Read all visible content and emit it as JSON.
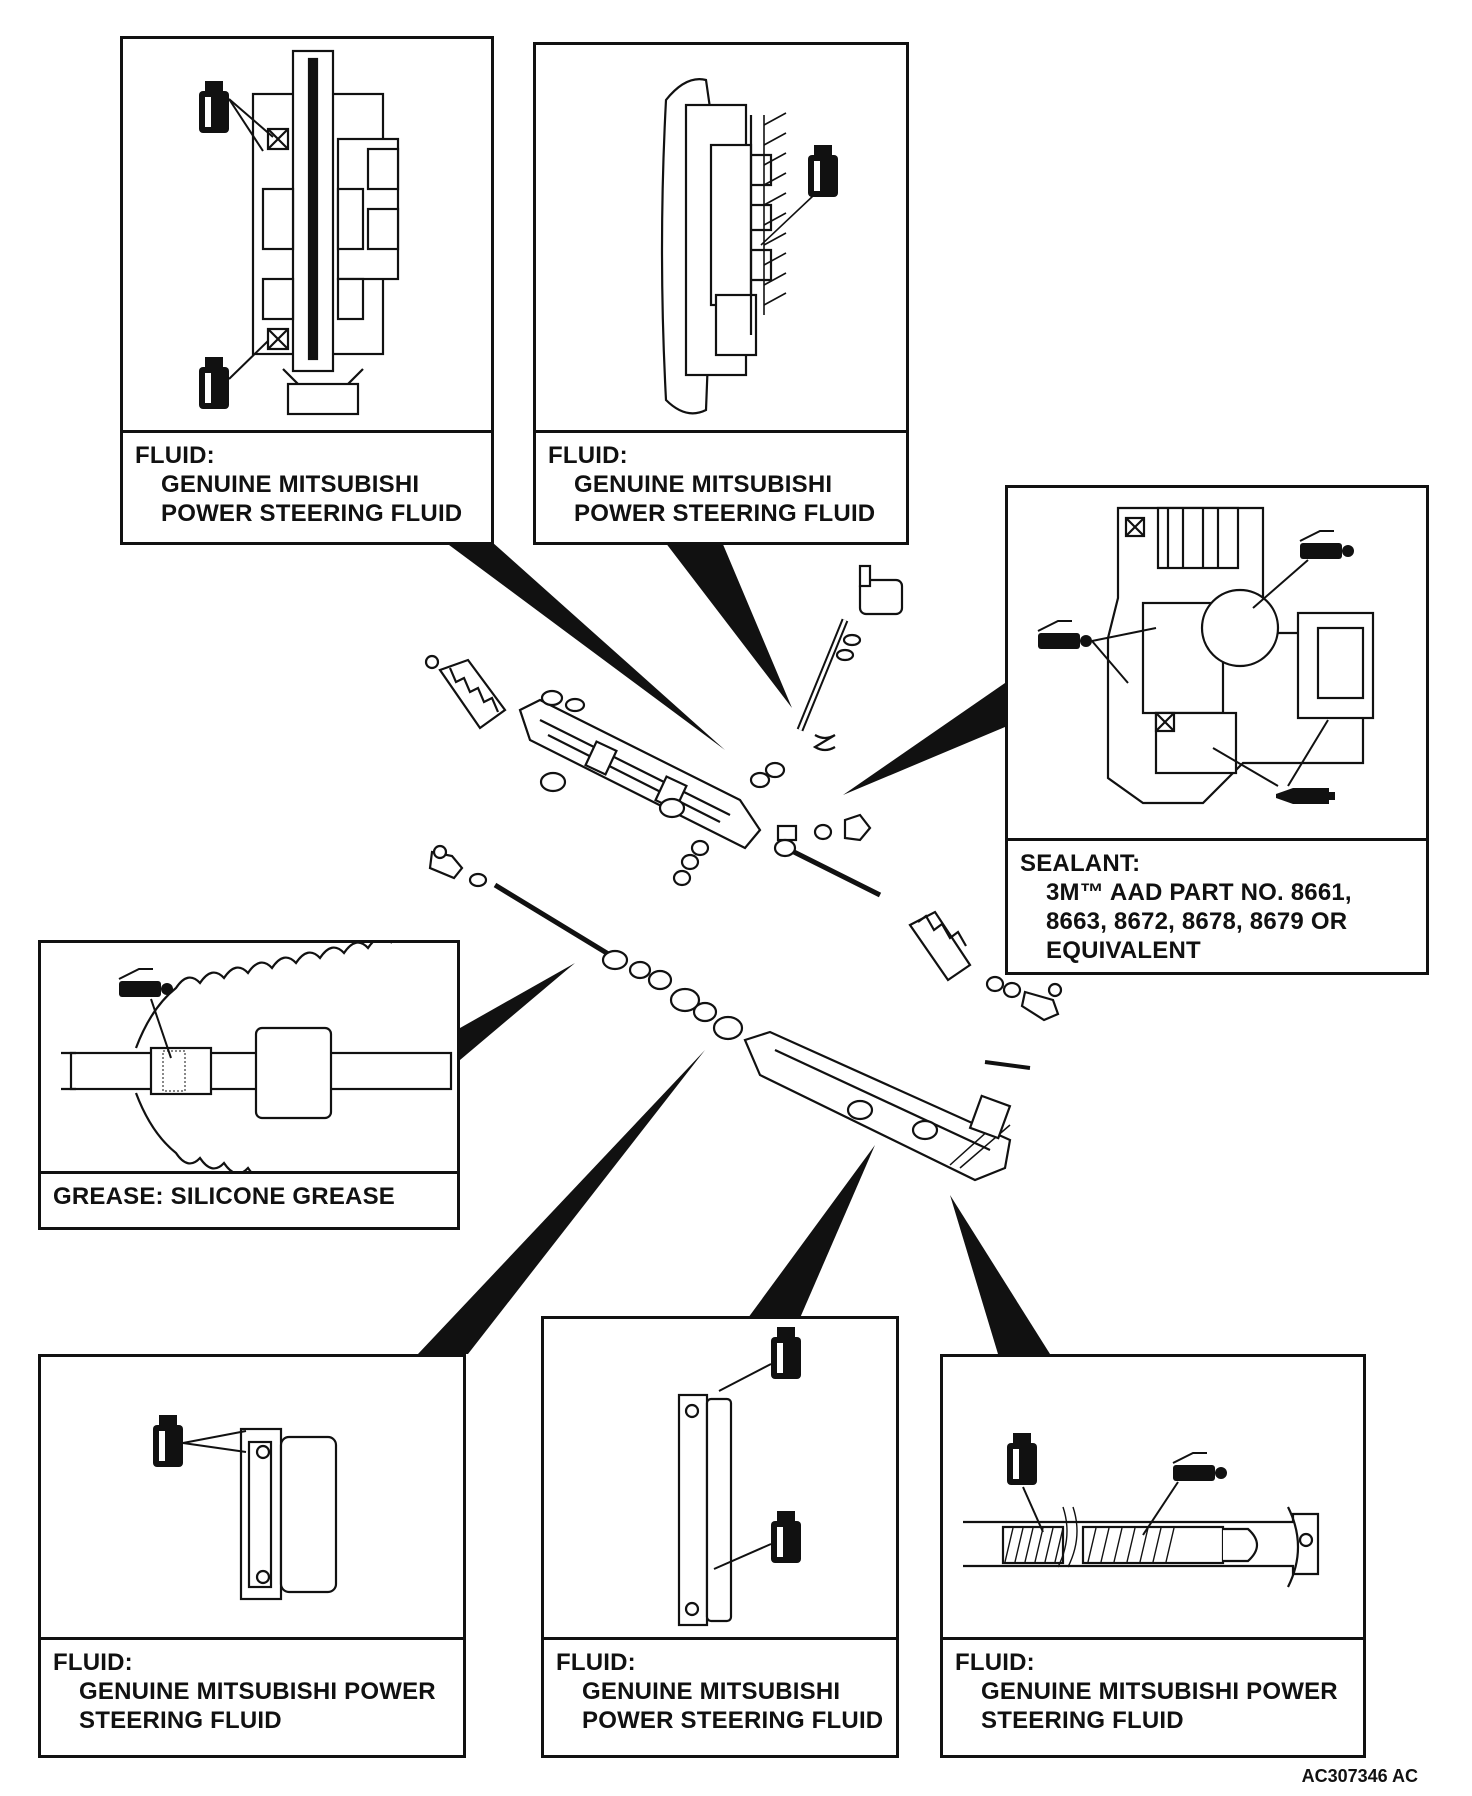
{
  "panels": {
    "pinion_section": {
      "head": "FLUID:",
      "body": "GENUINE MITSUBISHI\nPOWER STEERING FLUID"
    },
    "valve_housing": {
      "head": "FLUID:",
      "body": "GENUINE MITSUBISHI\nPOWER STEERING FLUID"
    },
    "sealant_area": {
      "head": "SEALANT:",
      "body": "3M™ AAD PART NO. 8661,\n8663, 8672, 8678, 8679 OR\nEQUIVALENT"
    },
    "boot_grease": {
      "head": "GREASE: SILICONE GREASE",
      "body": ""
    },
    "oil_seal": {
      "head": "FLUID:",
      "body": "GENUINE MITSUBISHI POWER\nSTEERING FLUID"
    },
    "rack_bushing": {
      "head": "FLUID:",
      "body": "GENUINE MITSUBISHI\nPOWER STEERING FLUID"
    },
    "rack_teeth": {
      "head": "FLUID:",
      "body": "GENUINE MITSUBISHI POWER\nSTEERING FLUID"
    }
  },
  "doc_id": "AC307346 AC",
  "icons": [
    "fluid-bottle-icon",
    "grease-tube-icon",
    "sealant-tube-icon"
  ],
  "colors": {
    "ink": "#111111",
    "paper": "#ffffff"
  }
}
